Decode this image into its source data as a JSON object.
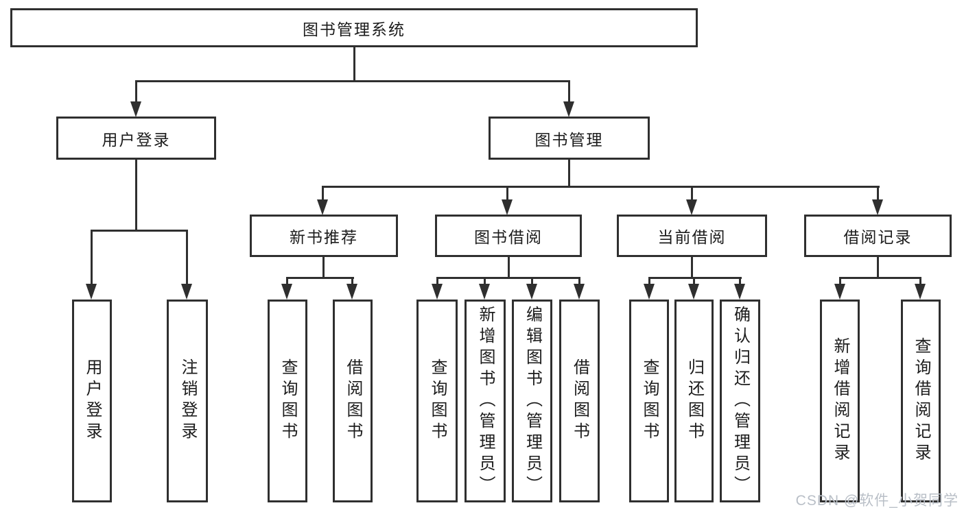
{
  "colors": {
    "line": "#2f2f2f",
    "text": "#1c1c1c",
    "background": "#ffffff",
    "watermark": "#b9bfc7"
  },
  "diagram": {
    "root": {
      "label": "图书管理系统"
    },
    "branches": [
      {
        "label": "用户登录",
        "children": [
          {
            "label": "用户登录"
          },
          {
            "label": "注销登录"
          }
        ]
      },
      {
        "label": "图书管理",
        "children": [
          {
            "label": "新书推荐",
            "children": [
              {
                "label": "查询图书"
              },
              {
                "label": "借阅图书"
              }
            ]
          },
          {
            "label": "图书借阅",
            "children": [
              {
                "label": "查询图书"
              },
              {
                "label": "新增图书（管理员）"
              },
              {
                "label": "编辑图书（管理员）"
              },
              {
                "label": "借阅图书"
              }
            ]
          },
          {
            "label": "当前借阅",
            "children": [
              {
                "label": "查询图书"
              },
              {
                "label": "归还图书"
              },
              {
                "label": "确认归还（管理员）"
              }
            ]
          },
          {
            "label": "借阅记录",
            "children": [
              {
                "label": "新增借阅记录"
              },
              {
                "label": "查询借阅记录"
              }
            ]
          }
        ]
      }
    ]
  },
  "watermark": {
    "text": "CSDN @软件_小贺同学"
  }
}
